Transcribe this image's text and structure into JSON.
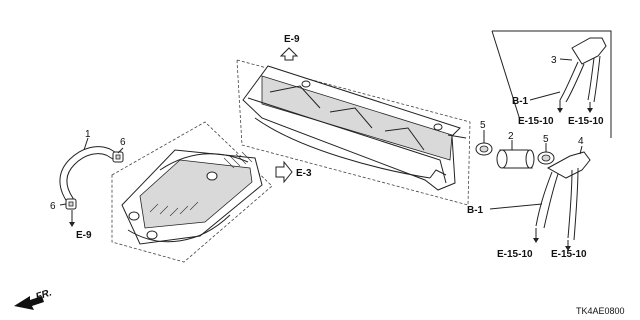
{
  "diagram": {
    "part_numbers": [
      "1",
      "2",
      "3",
      "4",
      "5",
      "5",
      "6",
      "6"
    ],
    "references": {
      "e9_top": "E-9",
      "e9_left": "E-9",
      "e3": "E-3",
      "b1_upper": "B-1",
      "b1_lower": "B-1",
      "e1510_upper_left": "E-15-10",
      "e1510_upper_right": "E-15-10",
      "e1510_lower_left": "E-15-10",
      "e1510_lower_right": "E-15-10"
    },
    "direction_label": "FR.",
    "code": "TK4AE0800"
  }
}
